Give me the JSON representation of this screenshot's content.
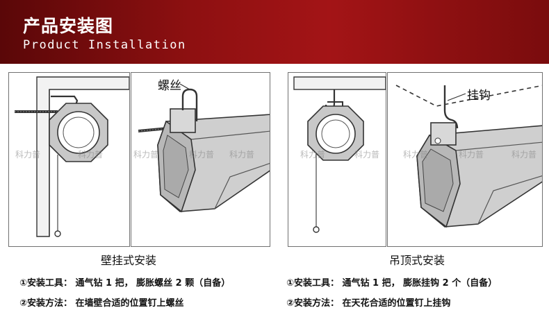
{
  "header": {
    "title": "产品安装图",
    "subtitle": "Product Installation"
  },
  "wall": {
    "caption": "壁挂式安装",
    "callout": "螺丝",
    "tools": "①安装工具： 通气钻 1 把， 膨胀螺丝 2 颗（自备）",
    "method": "②安装方法： 在墙壁合适的位置钉上螺丝"
  },
  "ceiling": {
    "caption": "吊顶式安装",
    "callout": "挂钩",
    "tools": "①安装工具： 通气钻 1 把， 膨胀挂钩 2 个（自备）",
    "method": "②安装方法： 在天花合适的位置钉上挂钩"
  },
  "watermark": "科力普",
  "colors": {
    "header_dark": "#5a0708",
    "header_red": "#a31416",
    "panel_border": "#707070",
    "housing_gray": "#b8b8b8"
  }
}
